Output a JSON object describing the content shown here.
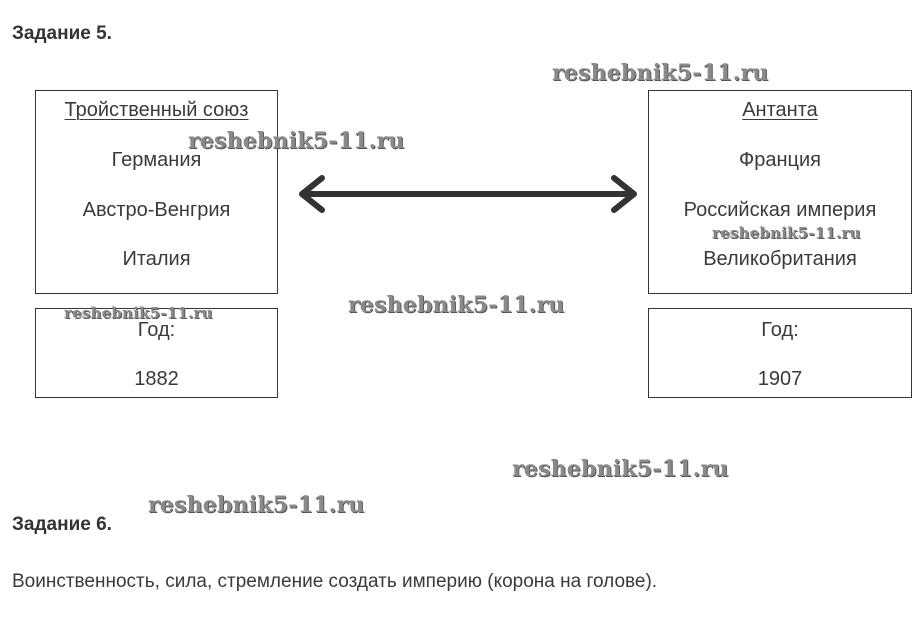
{
  "task5": {
    "heading": "Задание 5.",
    "triple_alliance": {
      "title": "Тройственный союз",
      "members": [
        "Германия",
        "Австро-Венгрия",
        "Италия"
      ],
      "year_label": "Год:",
      "year": "1882"
    },
    "entente": {
      "title": "Антанта",
      "members": [
        "Франция",
        "Российская империя",
        "Великобритания"
      ],
      "year_label": "Год:",
      "year": "1907"
    },
    "arrow_icon": "double-headed-arrow-icon"
  },
  "task6": {
    "heading": "Задание 6.",
    "answer": "Воинственность, сила, стремление создать империю (корона на голове)."
  },
  "watermarks": [
    "reshebnik5-11.ru",
    "reshebnik5-11.ru",
    "reshebnik5-11.ru",
    "reshebnik5-11.ru",
    "reshebnik5-11.ru",
    "reshebnik5-11.ru",
    "reshebnik5-11.ru"
  ],
  "colors": {
    "text": "#3a3a3a",
    "border": "#333333",
    "watermark": "#8a8a8a"
  }
}
